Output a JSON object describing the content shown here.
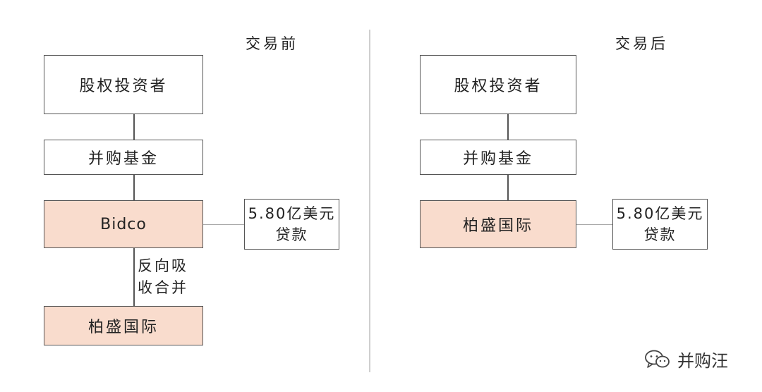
{
  "before": {
    "heading": "交易前",
    "equity_investors": "股权投资者",
    "ma_fund": "并购基金",
    "bidco": "Bidco",
    "merger_line1": "反向吸",
    "merger_line2": "收合并",
    "target": "柏盛国际",
    "loan_line1": "5.80亿美元",
    "loan_line2": "贷款"
  },
  "after": {
    "heading": "交易后",
    "equity_investors": "股权投资者",
    "ma_fund": "并购基金",
    "target": "柏盛国际",
    "loan_line1": "5.80亿美元",
    "loan_line2": "贷款"
  },
  "watermark": {
    "icon": "wechat-icon",
    "text": "并购汪"
  }
}
